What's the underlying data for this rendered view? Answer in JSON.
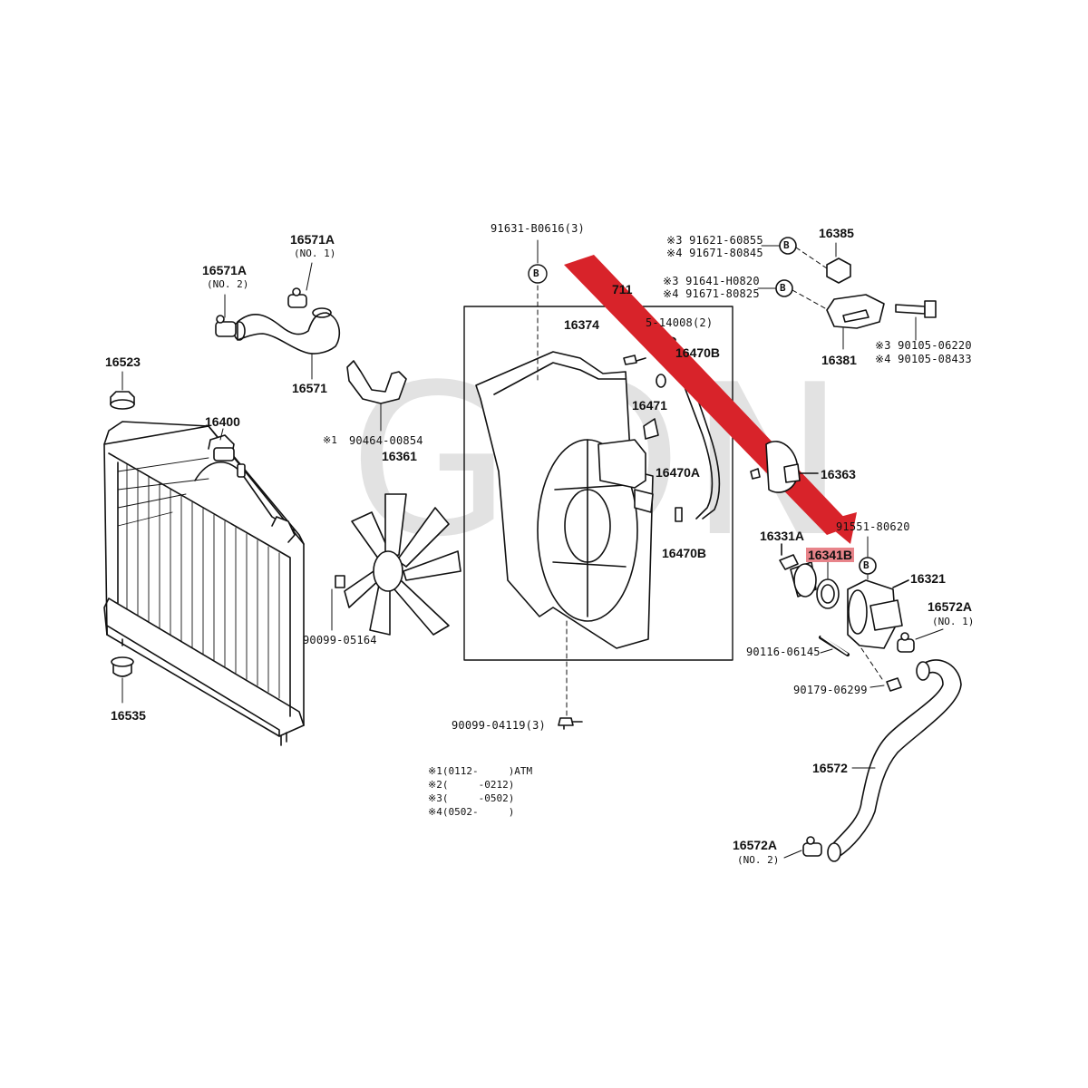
{
  "watermark": "GON",
  "labels": {
    "p16523": "16523",
    "p16535": "16535",
    "p16400": "16400",
    "p16571A_top": "16571A",
    "p16571A_top_sub": "(NO. 1)",
    "p16571A_left": "16571A",
    "p16571A_left_sub": "(NO. 2)",
    "p16571": "16571",
    "p90464": "90464-00854",
    "p90464_mark": "※1",
    "p16361": "16361",
    "p90099_05164": "90099-05164",
    "p91631": "91631-B0616(3)",
    "p16711": "711",
    "p16374": "16374",
    "p14008": "5-14008(2)",
    "p16470B_top": "16470B",
    "p16471": "16471",
    "p16470A": "16470A",
    "p16470B_bot": "16470B",
    "p90099_04119": "90099-04119(3)",
    "p16385": "16385",
    "p91621": "※3 91621-60855",
    "p91671_80845": "※4 91671-80845",
    "p91641": "※3 91641-H0820",
    "p91671_80825": "※4 91671-80825",
    "p16381": "16381",
    "p90105_06220": "※3 90105-06220",
    "p90105_08433": "※4 90105-08433",
    "p16363": "16363",
    "p91551": "91551-80620",
    "p16331A": "16331A",
    "p16341B": "16341B",
    "p16321": "16321",
    "p16572A_top": "16572A",
    "p16572A_top_sub": "(NO. 1)",
    "p90116": "90116-06145",
    "p90179": "90179-06299",
    "p16572": "16572",
    "p16572A_bot": "16572A",
    "p16572A_bot_sub": "(NO. 2)"
  },
  "callouts": {
    "b_label": "B"
  },
  "notes": [
    "※1(0112-     )ATM",
    "※2(     -0212)",
    "※3(     -0502)",
    "※4(0502-     )"
  ],
  "colors": {
    "highlight": "#e8848a",
    "arrow": "#d8232a",
    "line": "#111111"
  }
}
